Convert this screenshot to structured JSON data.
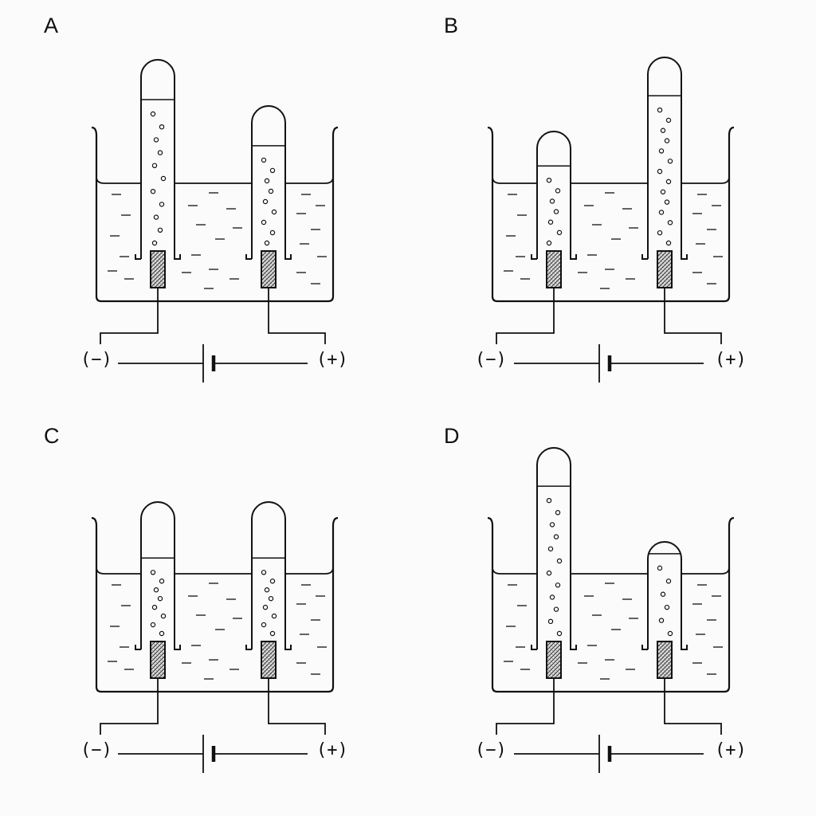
{
  "panels": [
    {
      "label": "A",
      "negative_label": "(−)",
      "positive_label": "(+)",
      "left_tube": {
        "gas_fraction": 0.2,
        "bubbles": 11
      },
      "right_tube": {
        "gas_fraction": 0.26,
        "bubbles": 9
      }
    },
    {
      "label": "B",
      "negative_label": "(−)",
      "positive_label": "(+)",
      "left_tube": {
        "gas_fraction": 0.27,
        "bubbles": 7
      },
      "right_tube": {
        "gas_fraction": 0.19,
        "bubbles": 14
      }
    },
    {
      "label": "C",
      "negative_label": "(−)",
      "positive_label": "(+)",
      "left_tube": {
        "gas_fraction": 0.38,
        "bubbles": 8
      },
      "right_tube": {
        "gas_fraction": 0.38,
        "bubbles": 8
      }
    },
    {
      "label": "D",
      "negative_label": "(−)",
      "positive_label": "(+)",
      "left_tube": {
        "gas_fraction": 0.19,
        "bubbles": 12
      },
      "right_tube": {
        "gas_fraction": 0.11,
        "bubbles": 6
      }
    }
  ],
  "colors": {
    "stroke": "#111111",
    "background": "#fbfbfb",
    "electrode_fill": "#d8d8d8"
  }
}
